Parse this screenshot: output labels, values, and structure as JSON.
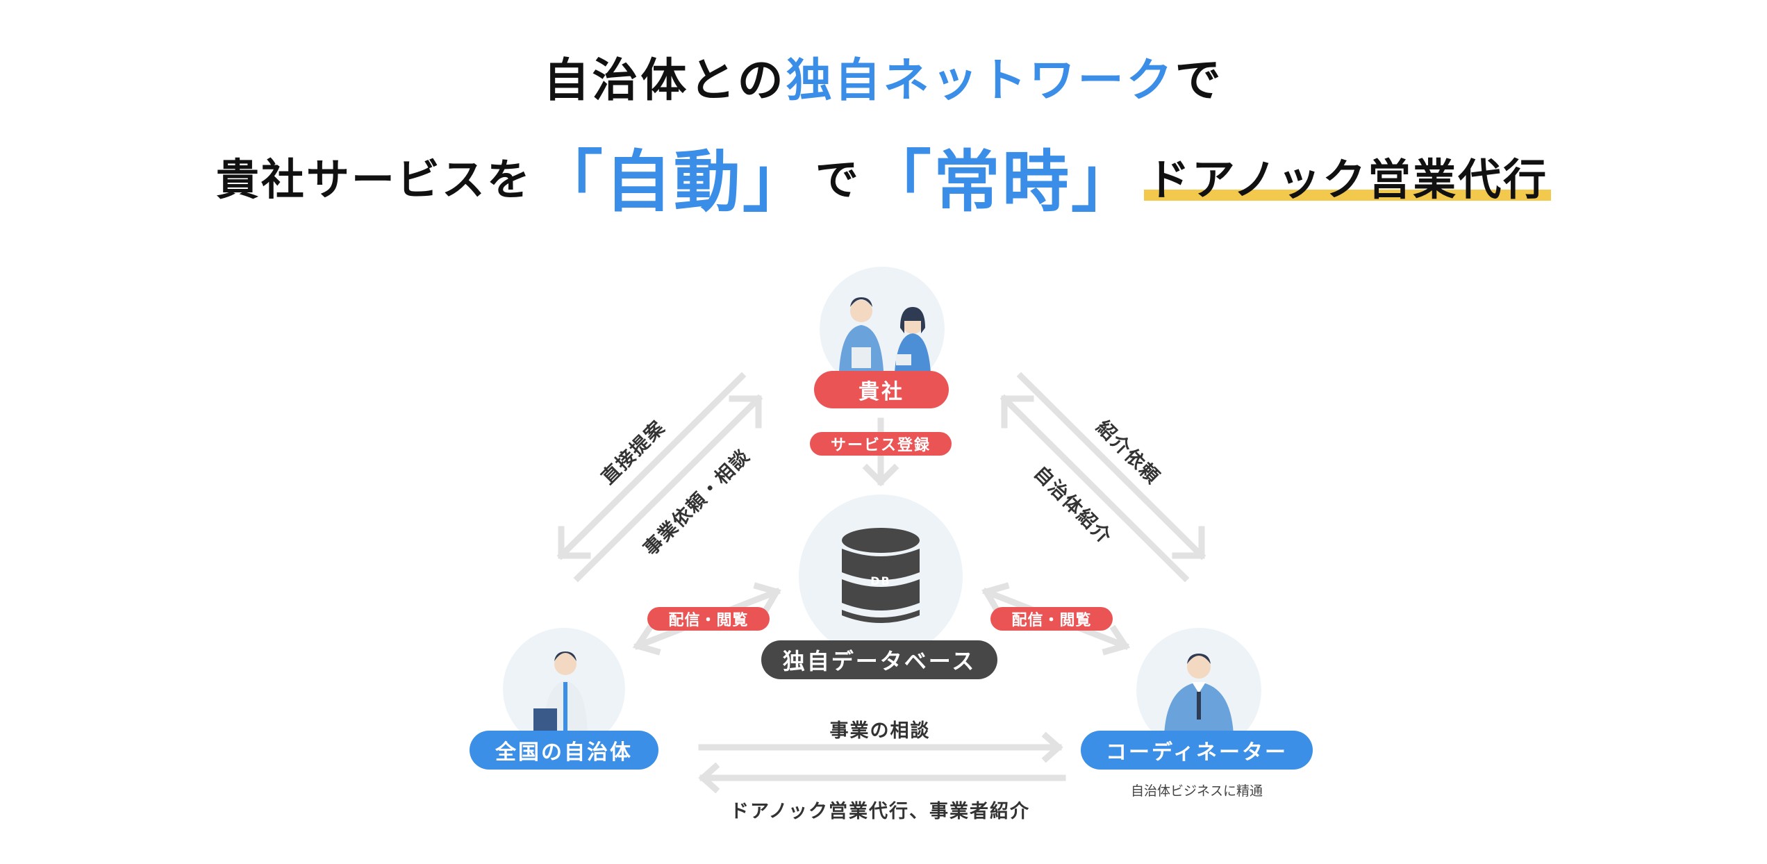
{
  "headline": {
    "line1_prefix": "自治体との",
    "line1_highlight": "独自ネットワーク",
    "line1_suffix": "で",
    "line2_prefix": "貴社サービスを",
    "line2_bracket1": "「自動」",
    "line2_middle": "で",
    "line2_bracket2": "「常時」",
    "line2_suffix": "ドアノック営業代行"
  },
  "nodes": {
    "company": "貴社",
    "database": "独自データベース",
    "db_icon_text": "DB",
    "municipality": "全国の自治体",
    "coordinator": "コーディネーター",
    "coordinator_note": "自治体ビジネスに精通"
  },
  "tags": {
    "service_register": "サービス登録",
    "distribute_left": "配信・閲覧",
    "distribute_right": "配信・閲覧"
  },
  "edge_labels": {
    "direct_proposal": "直接提案",
    "business_request": "事業依頼・相談",
    "intro_request": "紹介依頼",
    "municipality_intro": "自治体紹介",
    "business_consult": "事業の相談",
    "door_knock": "ドアノック営業代行、事業者紹介"
  },
  "colors": {
    "accent_blue": "#3a8ee8",
    "tag_red": "#ea5455",
    "underline_yellow": "#f2c94c",
    "arrow_gray": "#e2e2e2",
    "db_dark": "#474747"
  }
}
